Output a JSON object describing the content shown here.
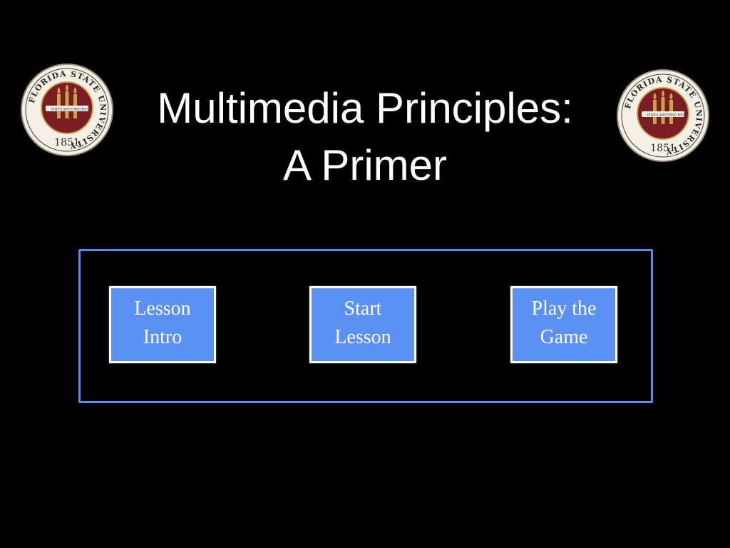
{
  "slide": {
    "title_line1": "Multimedia Principles:",
    "title_line2": "A Primer"
  },
  "seal": {
    "ring_text": "FLORIDA STATE UNIVERSITY",
    "year": "1851",
    "motto": [
      "VIRES",
      "ARTES",
      "MORES"
    ]
  },
  "buttons": [
    {
      "line1": "Lesson",
      "line2": "Intro"
    },
    {
      "line1": "Start",
      "line2": "Lesson"
    },
    {
      "line1": "Play the",
      "line2": "Game"
    }
  ],
  "colors": {
    "background": "#000000",
    "frame_border": "#5b8de6",
    "button_fill": "#5b91f5",
    "button_border": "#ffffff",
    "seal_red": "#7a1e24",
    "seal_gold": "#c9a24a"
  }
}
